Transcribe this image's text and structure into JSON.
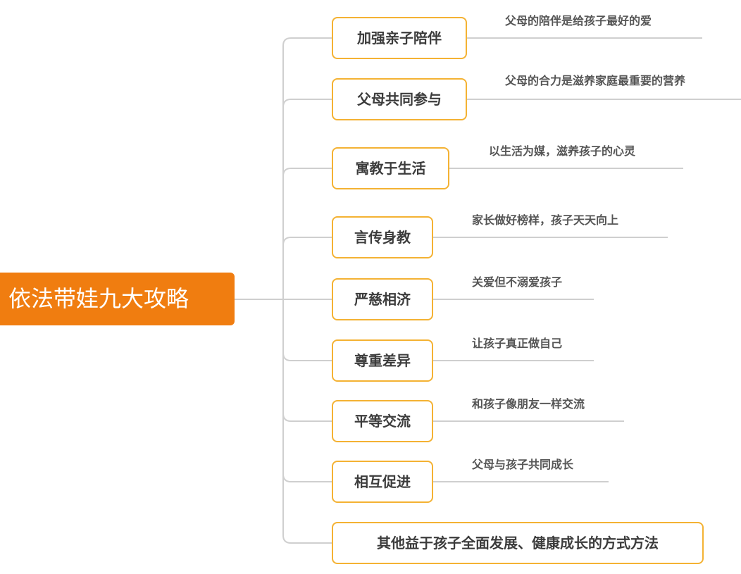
{
  "root": {
    "label": "依法带娃九大攻略"
  },
  "branches": [
    {
      "label": "加强亲子陪伴",
      "note": "父母的陪伴是给孩子最好的爱"
    },
    {
      "label": "父母共同参与",
      "note": "父母的合力是滋养家庭最重要的营养"
    },
    {
      "label": "寓教于生活",
      "note": "以生活为媒，滋养孩子的心灵"
    },
    {
      "label": "言传身教",
      "note": "家长做好榜样，孩子天天向上"
    },
    {
      "label": "严慈相济",
      "note": "关爱但不溺爱孩子"
    },
    {
      "label": "尊重差异",
      "note": "让孩子真正做自己"
    },
    {
      "label": "平等交流",
      "note": "和孩子像朋友一样交流"
    },
    {
      "label": "相互促进",
      "note": "父母与孩子共同成长"
    },
    {
      "label": "其他益于孩子全面发展、健康成长的方式方法"
    }
  ],
  "colors": {
    "root_fill": "#f07d10",
    "node_border": "#f4b233",
    "connector": "#cfcfcf"
  }
}
